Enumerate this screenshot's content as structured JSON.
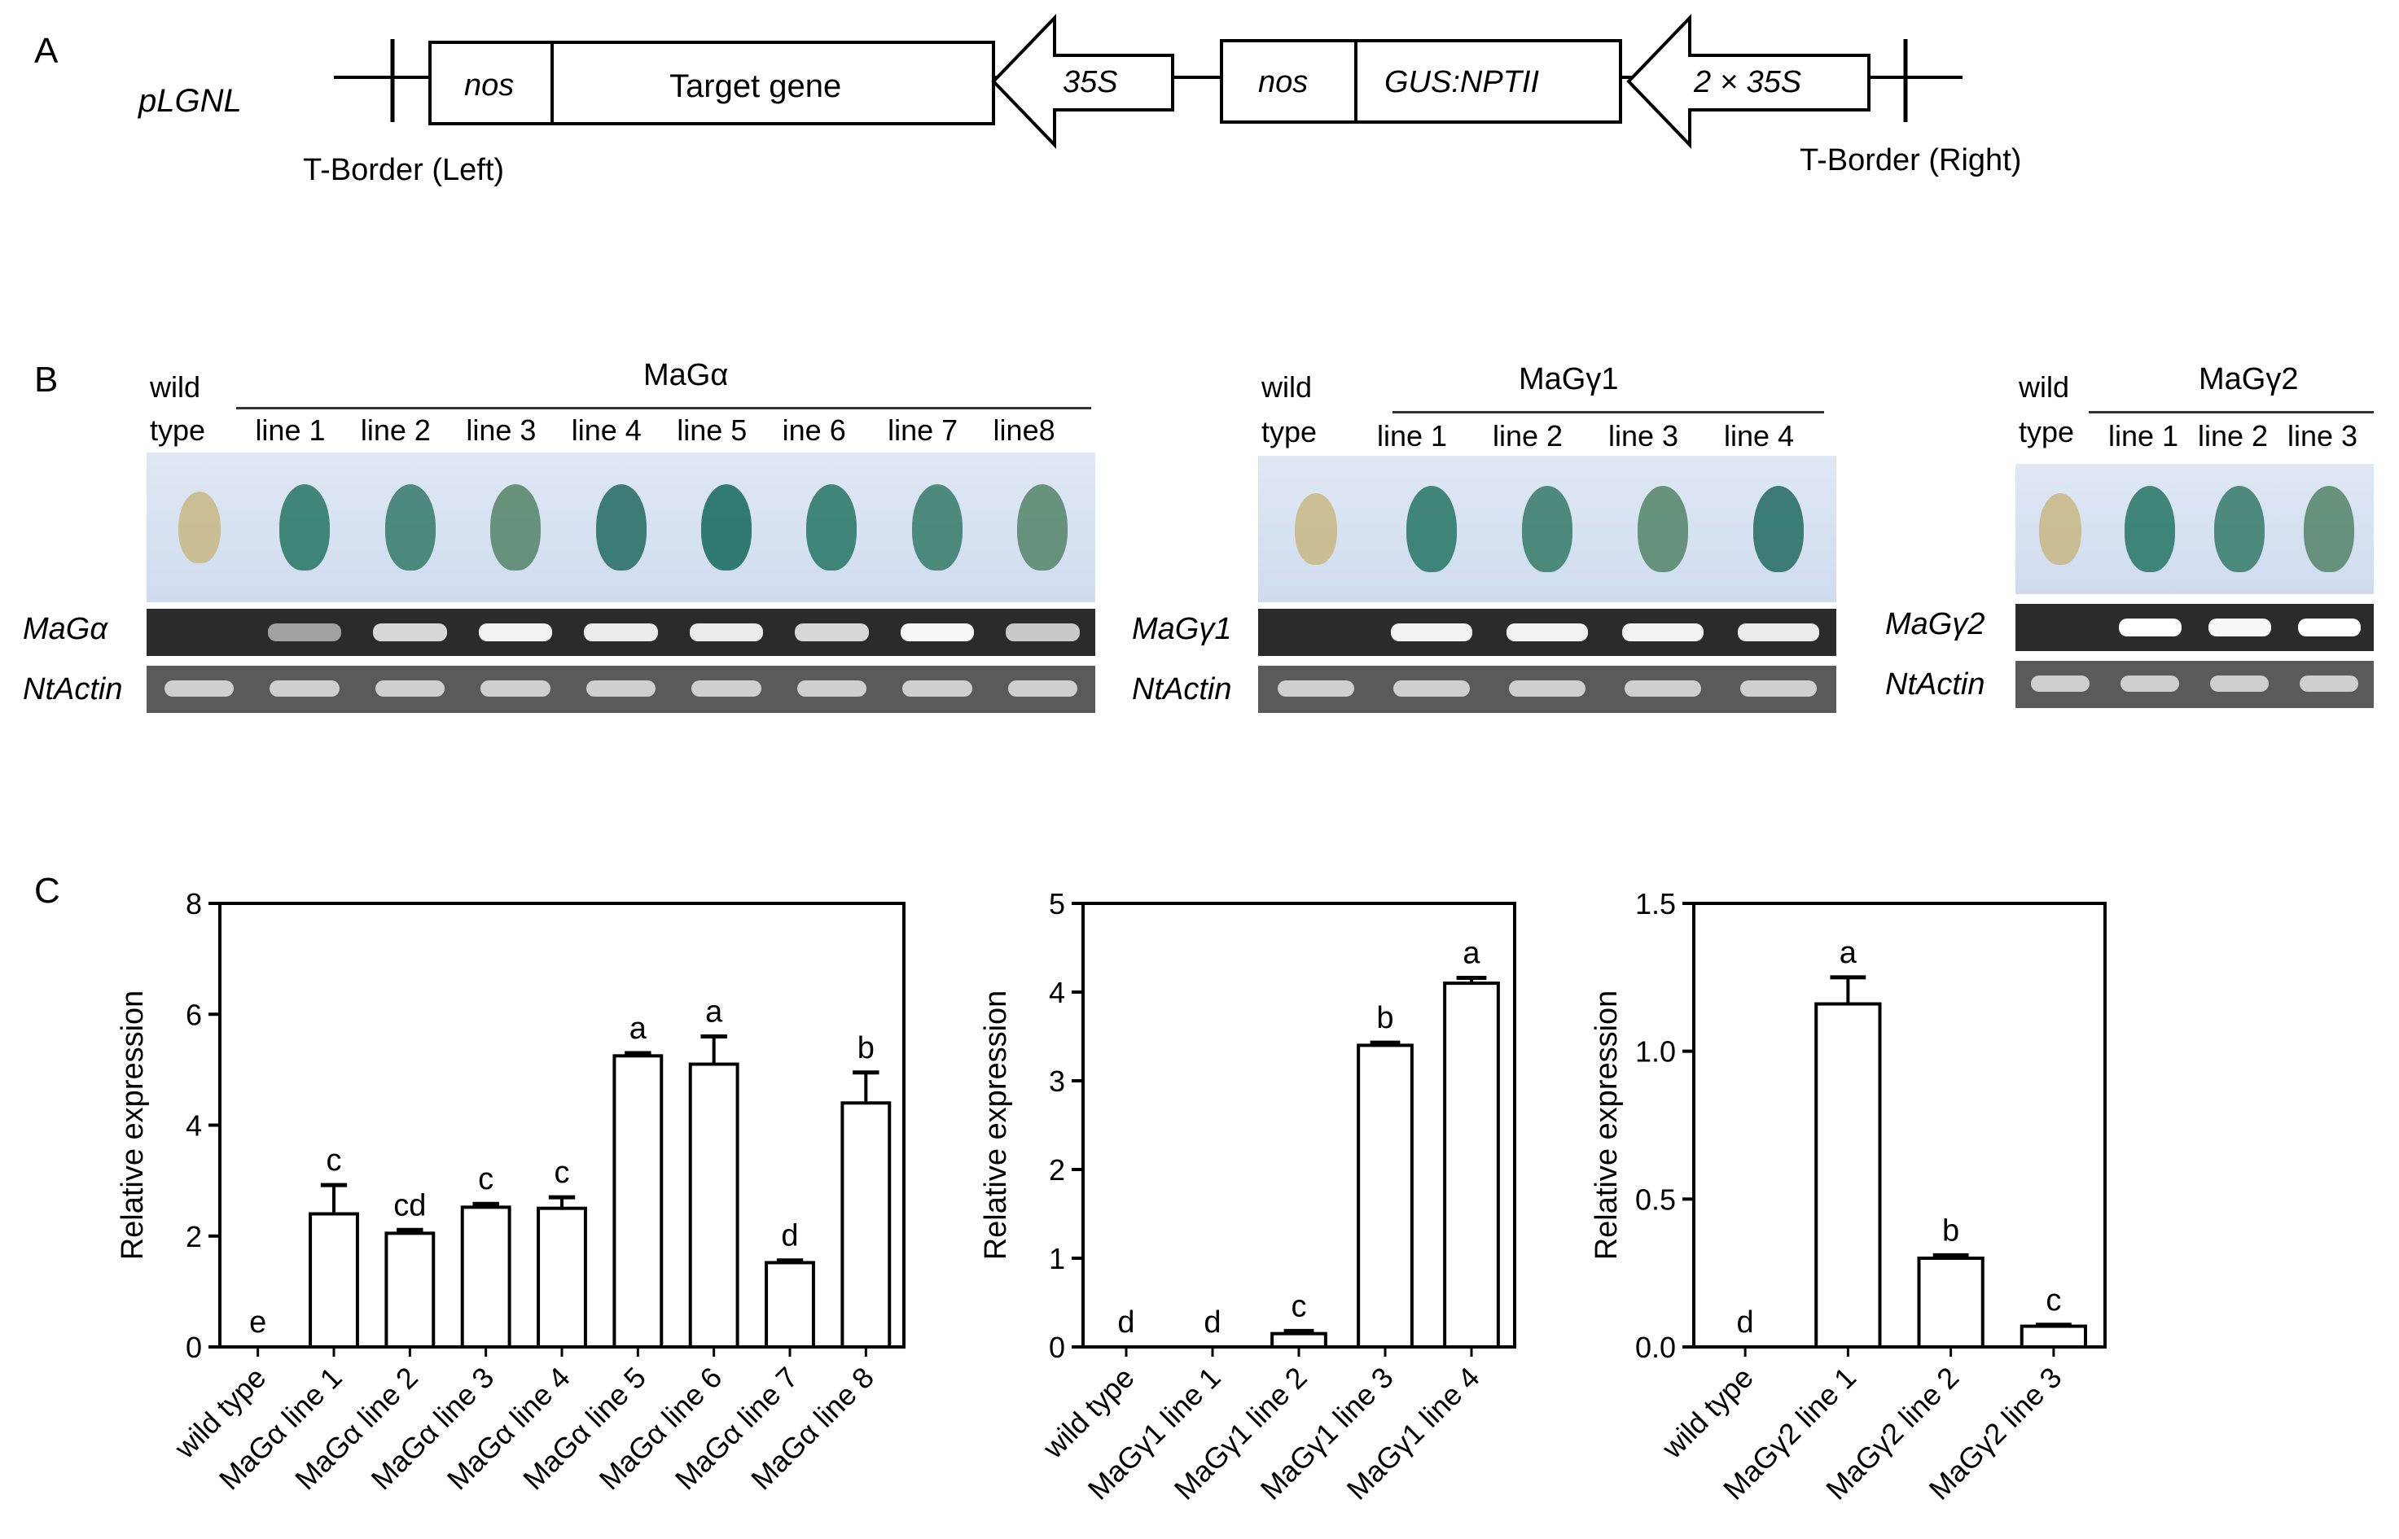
{
  "panel_a": {
    "letter": "A",
    "plasmid": "pLGNL",
    "left_border": "T-Border (Left)",
    "right_border": "T-Border (Right)",
    "box_nos1": "nos",
    "box_target": "Target gene",
    "arrow_35s": "35S",
    "box_nos2": "nos",
    "box_gus": "GUS:NPTII",
    "arrow_2x35s": "2 × 35S"
  },
  "panel_b": {
    "letter": "B",
    "groups": [
      {
        "title": "MaGα",
        "wild1": "wild",
        "wild2": "type",
        "lines": [
          "line 1",
          "line 2",
          "line 3",
          "line 4",
          "line 5",
          "ine 6",
          "line 7",
          "line8"
        ],
        "gene_label": "MaGα",
        "actin_label": "NtActin",
        "band_intensity": [
          0,
          0.3,
          0.7,
          0.9,
          0.85,
          0.85,
          0.7,
          0.95,
          0.6
        ]
      },
      {
        "title": "MaGγ1",
        "wild1": "wild",
        "wild2": "type",
        "lines": [
          "line 1",
          "line 2",
          "line 3",
          "line 4"
        ],
        "gene_label": "MaGγ1",
        "actin_label": "NtActin",
        "band_intensity": [
          0,
          0.9,
          0.9,
          0.9,
          0.85
        ]
      },
      {
        "title": "MaGγ2",
        "wild1": "wild",
        "wild2": "type",
        "lines": [
          "line 1",
          "line 2",
          "line 3"
        ],
        "gene_label": "MaGγ2",
        "actin_label": "NtActin",
        "band_intensity": [
          0,
          1.0,
          0.95,
          1.0
        ]
      }
    ]
  },
  "panel_c": {
    "letter": "C"
  },
  "chart_data": [
    {
      "type": "bar",
      "ylabel": "Relative expression",
      "ylim": [
        0,
        8
      ],
      "yticks": [
        "0",
        "2",
        "4",
        "6",
        "8"
      ],
      "categories": [
        "wild type",
        "MaGα line 1",
        "MaGα line 2",
        "MaGα line 3",
        "MaGα line 4",
        "MaGα line 5",
        "MaGα line 6",
        "MaGα line 7",
        "MaGα line 8"
      ],
      "values": [
        0,
        2.4,
        2.05,
        2.52,
        2.5,
        5.25,
        5.1,
        1.52,
        4.4
      ],
      "errors": [
        0,
        0.52,
        0.06,
        0.06,
        0.2,
        0.05,
        0.5,
        0.04,
        0.55
      ],
      "letters": [
        "e",
        "c",
        "cd",
        "c",
        "c",
        "a",
        "a",
        "d",
        "b"
      ]
    },
    {
      "type": "bar",
      "ylabel": "Relative expression",
      "ylim": [
        0,
        5
      ],
      "yticks": [
        "0",
        "1",
        "2",
        "3",
        "4",
        "5"
      ],
      "categories": [
        "wild type",
        "MaGγ1 line 1",
        "MaGγ1 line 2",
        "MaGγ1 line 3",
        "MaGγ1 line 4"
      ],
      "values": [
        0,
        0,
        0.15,
        3.4,
        4.1
      ],
      "errors": [
        0,
        0,
        0.03,
        0.03,
        0.06
      ],
      "letters": [
        "d",
        "d",
        "c",
        "b",
        "a"
      ]
    },
    {
      "type": "bar",
      "ylabel": "Relative expression",
      "ylim": [
        0,
        1.5
      ],
      "yticks": [
        "0.0",
        "0.5",
        "1.0",
        "1.5"
      ],
      "categories": [
        "wild type",
        "MaGγ2 line 1",
        "MaGγ2 line 2",
        "MaGγ2 line 3"
      ],
      "values": [
        0,
        1.16,
        0.3,
        0.07
      ],
      "errors": [
        0,
        0.09,
        0.01,
        0.005
      ],
      "letters": [
        "d",
        "a",
        "b",
        "c"
      ]
    }
  ]
}
